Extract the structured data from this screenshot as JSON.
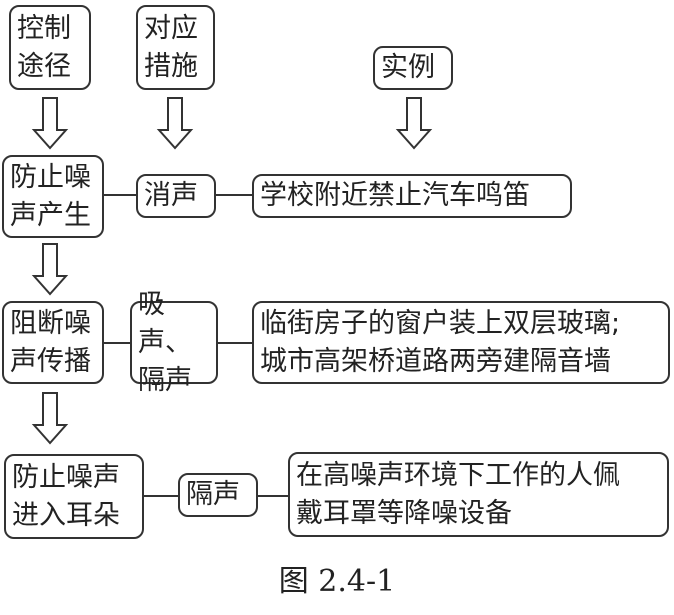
{
  "headers": {
    "control_path": "控制\n途径",
    "measure": "对应\n措施",
    "example": "实例"
  },
  "rows": [
    {
      "path": "防止噪\n声产生",
      "measure": "消声",
      "example": "学校附近禁止汽车鸣笛"
    },
    {
      "path": "阻断噪\n声传播",
      "measure": "吸声、\n隔声",
      "example": "临街房子的窗户装上双层玻璃;\n城市高架桥道路两旁建隔音墙"
    },
    {
      "path": "防止噪声\n进入耳朵",
      "measure": "隔声",
      "example": "在高噪声环境下工作的人佩\n戴耳罩等降噪设备"
    }
  ],
  "caption": "图 2.4-1"
}
